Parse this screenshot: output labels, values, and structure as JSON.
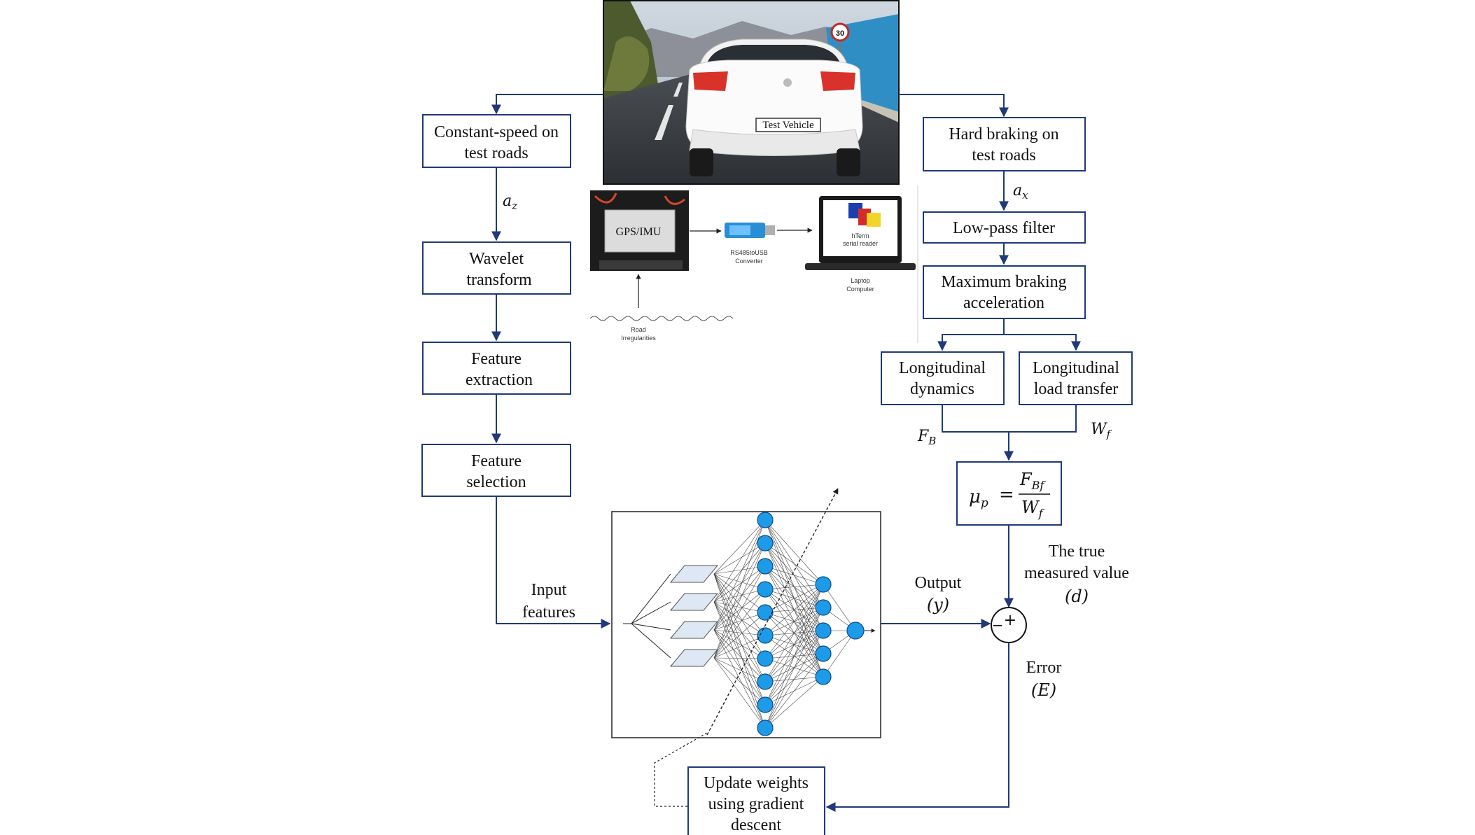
{
  "photo": {
    "plate_text": "Test Vehicle",
    "sign_text": "30"
  },
  "hardware": {
    "gps_label": "GPS/IMU",
    "converter_label_1": "RS485toUSB",
    "converter_label_2": "Converter",
    "laptop_screen_1": "hTerm",
    "laptop_screen_2": "serial reader",
    "laptop_label_1": "Laptop",
    "laptop_label_2": "Computer",
    "road_label_1": "Road",
    "road_label_2": "Irregularities"
  },
  "left_column": {
    "constant_speed": [
      "Constant-speed on",
      "test roads"
    ],
    "az_symbol": "a",
    "az_sub": "z",
    "wavelet": [
      "Wavelet",
      "transform"
    ],
    "feature_extraction": [
      "Feature",
      "extraction"
    ],
    "feature_selection": [
      "Feature",
      "selection"
    ],
    "input_features": [
      "Input",
      "features"
    ]
  },
  "right_column": {
    "hard_braking": [
      "Hard braking on",
      "test roads"
    ],
    "ax_symbol": "a",
    "ax_sub": "x",
    "low_pass": "Low-pass filter",
    "max_braking": [
      "Maximum braking",
      "acceleration"
    ],
    "long_dynamics": [
      "Longitudinal",
      "dynamics"
    ],
    "long_load": [
      "Longitudinal",
      "load transfer"
    ],
    "fb_symbol": "F",
    "fb_sub": "B",
    "wf_symbol": "W",
    "wf_sub": "f",
    "mu_symbol": "μ",
    "mu_sub": "p",
    "equals": "=",
    "numerator": "F",
    "numerator_sub": "Bf",
    "denominator": "W",
    "denominator_sub": "f"
  },
  "output_section": {
    "output_label": "Output",
    "output_symbol": "(y)",
    "true_value": [
      "The true",
      "measured  value"
    ],
    "true_symbol": "(d)",
    "plus_sign": "+",
    "minus_sign": "−",
    "error_label": "Error",
    "error_symbol": "(E)",
    "update_weights": [
      "Update weights",
      "using gradient",
      "descent"
    ]
  },
  "colors": {
    "arrow": "#1f3a7a",
    "box_border": "#1f3a7a",
    "neuron": "#1e9be8",
    "neuron_stroke": "#0b4d8a"
  }
}
